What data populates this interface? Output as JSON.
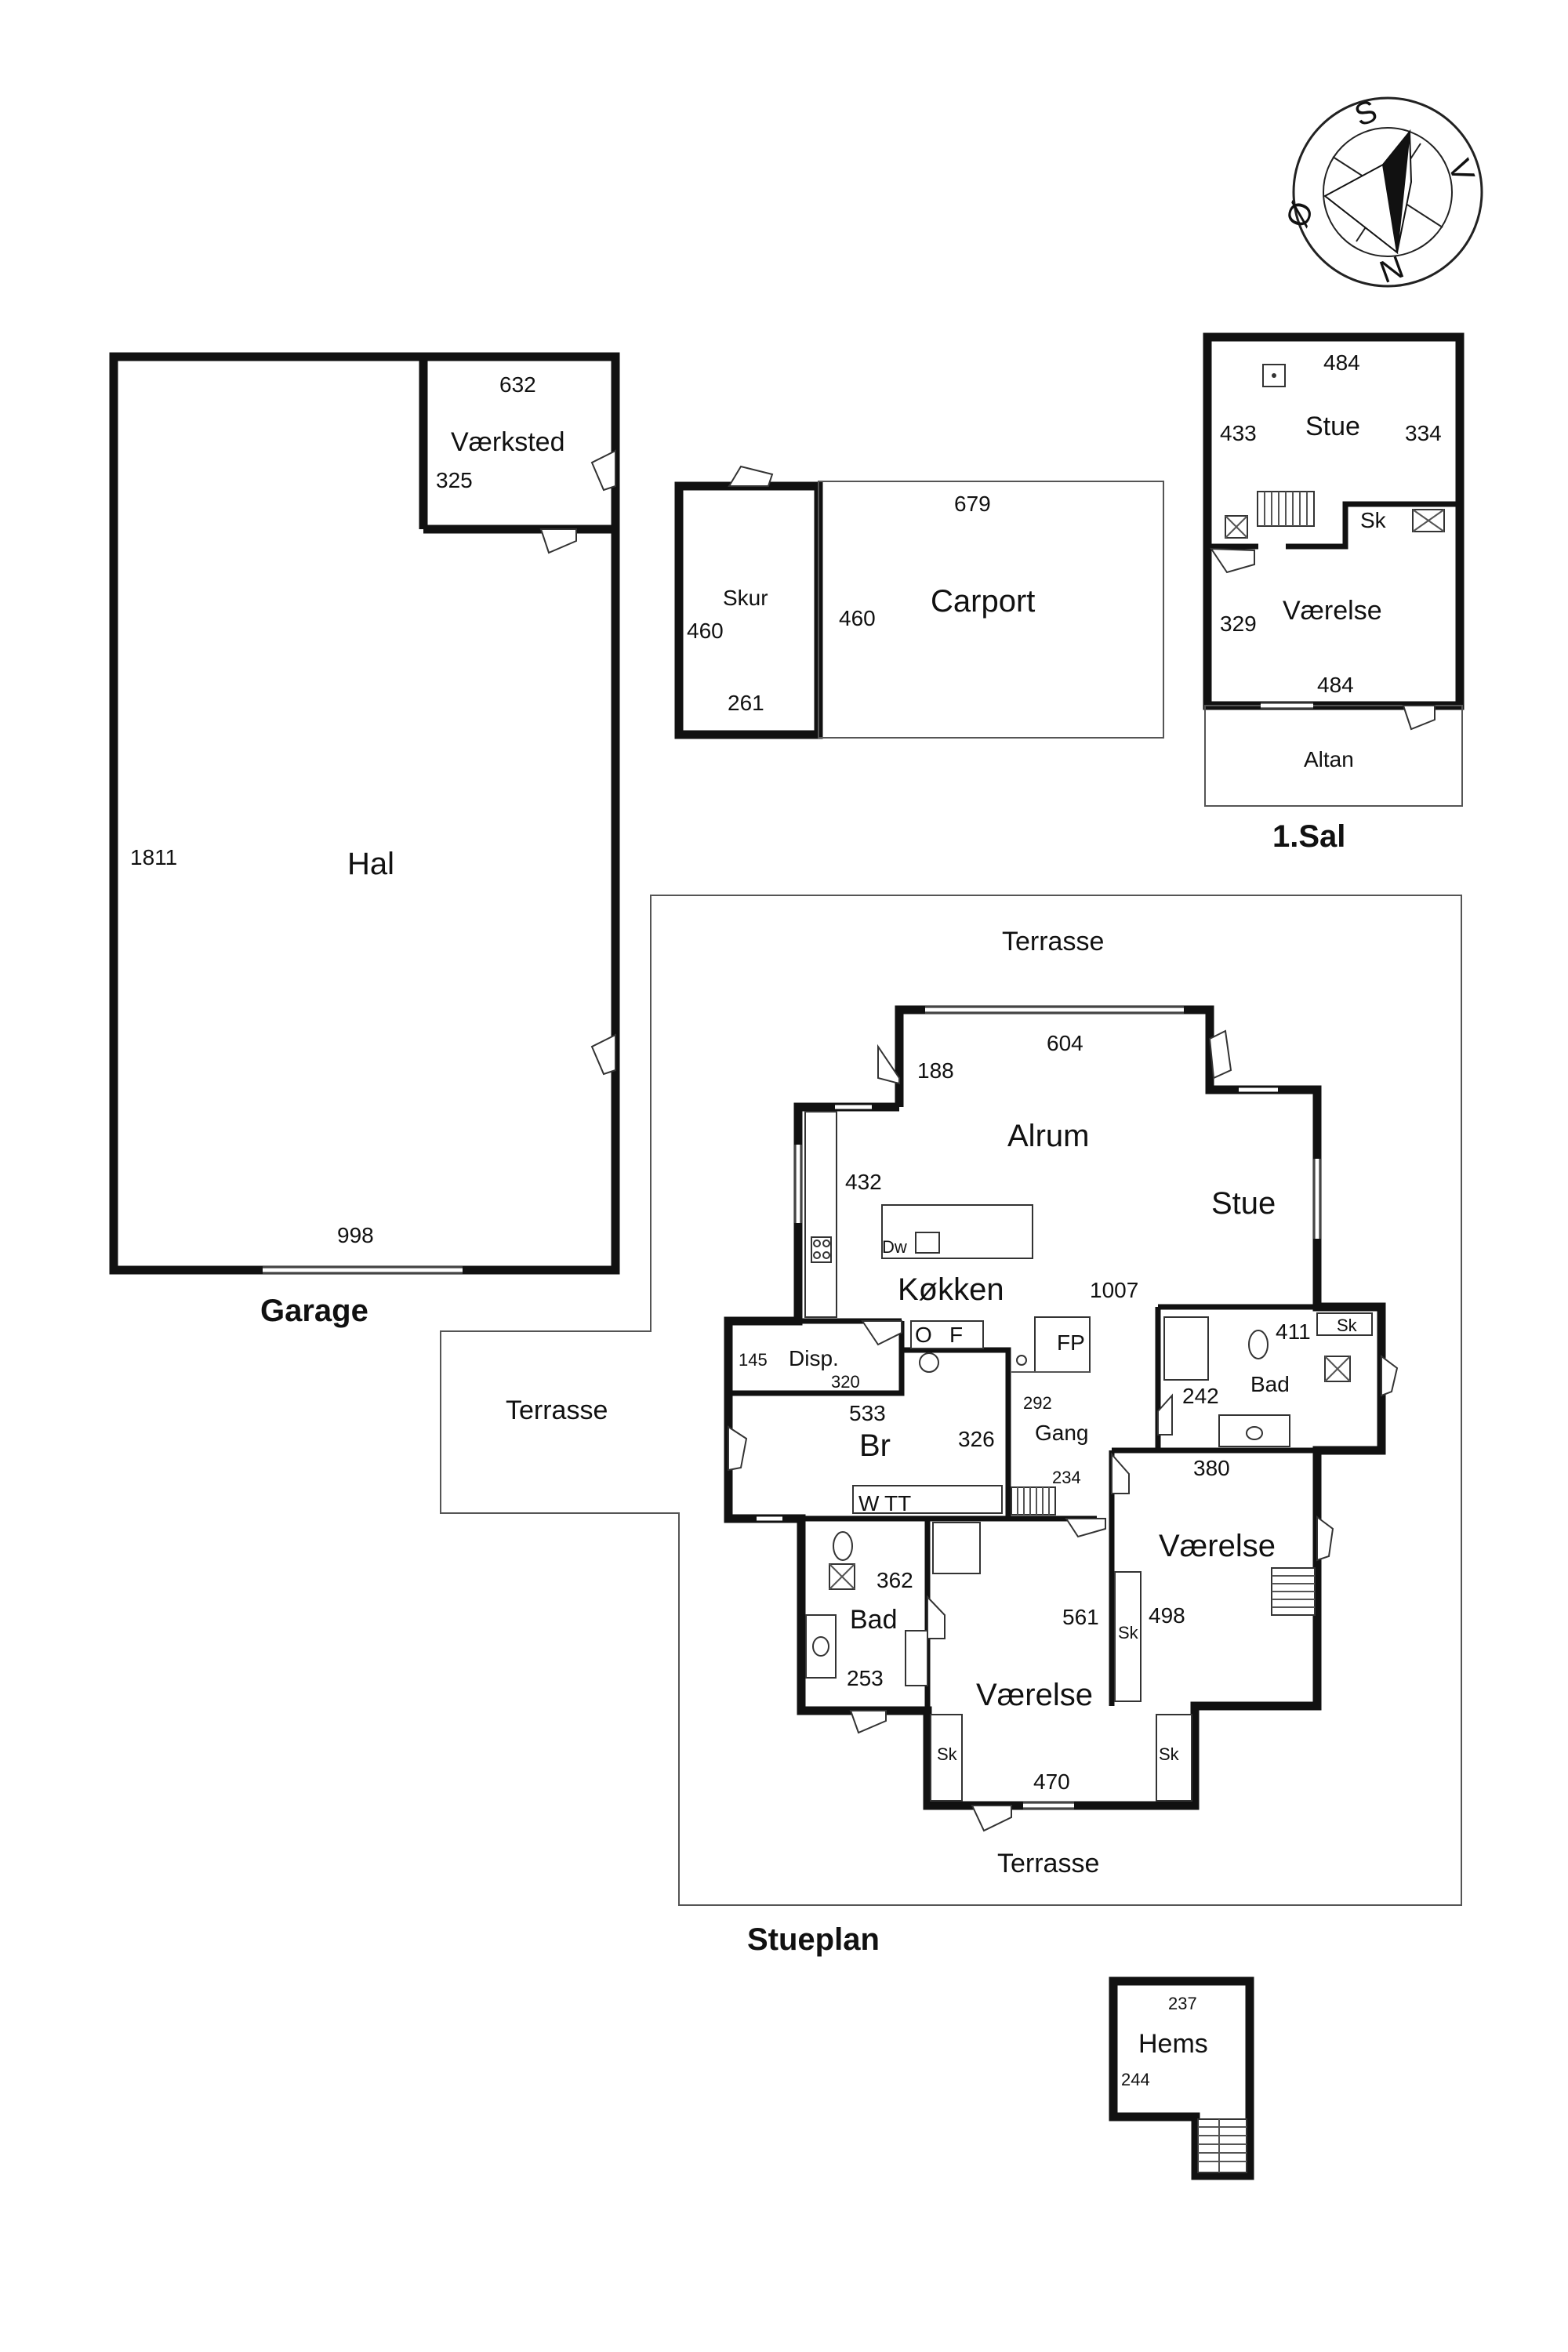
{
  "compass": {
    "labels": {
      "s": "S",
      "v": "V",
      "n": "N",
      "o": "Ø"
    }
  },
  "sections": {
    "garage": "Garage",
    "first_floor": "1.Sal",
    "ground_floor": "Stueplan"
  },
  "garage": {
    "rooms": {
      "hal": "Hal",
      "vaerksted": "Værksted"
    },
    "dims": {
      "hal_height": "1811",
      "hal_width": "998",
      "vaerksted_width": "632",
      "vaerksted_height": "325"
    }
  },
  "carport": {
    "rooms": {
      "skur": "Skur",
      "carport": "Carport"
    },
    "dims": {
      "skur_height": "460",
      "skur_width": "261",
      "carport_width": "679",
      "carport_height": "460"
    }
  },
  "first_floor": {
    "rooms": {
      "stue": "Stue",
      "vaerelse": "Værelse",
      "altan": "Altan",
      "sk": "Sk"
    },
    "dims": {
      "stue_width": "484",
      "stue_left": "433",
      "stue_right": "334",
      "vaerelse_left": "329",
      "vaerelse_width": "484"
    }
  },
  "ground_floor": {
    "terrace_labels": {
      "top": "Terrasse",
      "left": "Terrasse",
      "bottom": "Terrasse"
    },
    "rooms": {
      "alrum": "Alrum",
      "stue": "Stue",
      "kokken": "Køkken",
      "disp": "Disp.",
      "br": "Br",
      "gang": "Gang",
      "bad_right": "Bad",
      "bad_left": "Bad",
      "vaerelse_right": "Værelse",
      "vaerelse_bottom": "Værelse"
    },
    "fixtures": {
      "dw": "Dw",
      "o": "O",
      "f": "F",
      "fp": "FP",
      "w": "W",
      "tt": "TT",
      "sk": "Sk"
    },
    "dims": {
      "alrum_top": "604",
      "alrum_bay": "188",
      "kokken_side": "432",
      "total_width": "1007",
      "disp_side": "145",
      "disp_width": "320",
      "br_width": "533",
      "br_side": "326",
      "gang_a": "292",
      "gang_b": "234",
      "bad_right_width": "411",
      "bad_right_side": "242",
      "vaerelse_right_width": "380",
      "vaerelse_right_side": "498",
      "bad_left_width": "362",
      "bad_left_bottom": "253",
      "vaerelse_bottom_side": "561",
      "vaerelse_bottom_width": "470"
    }
  },
  "hems": {
    "room": "Hems",
    "dims": {
      "width": "237",
      "height": "244"
    }
  }
}
